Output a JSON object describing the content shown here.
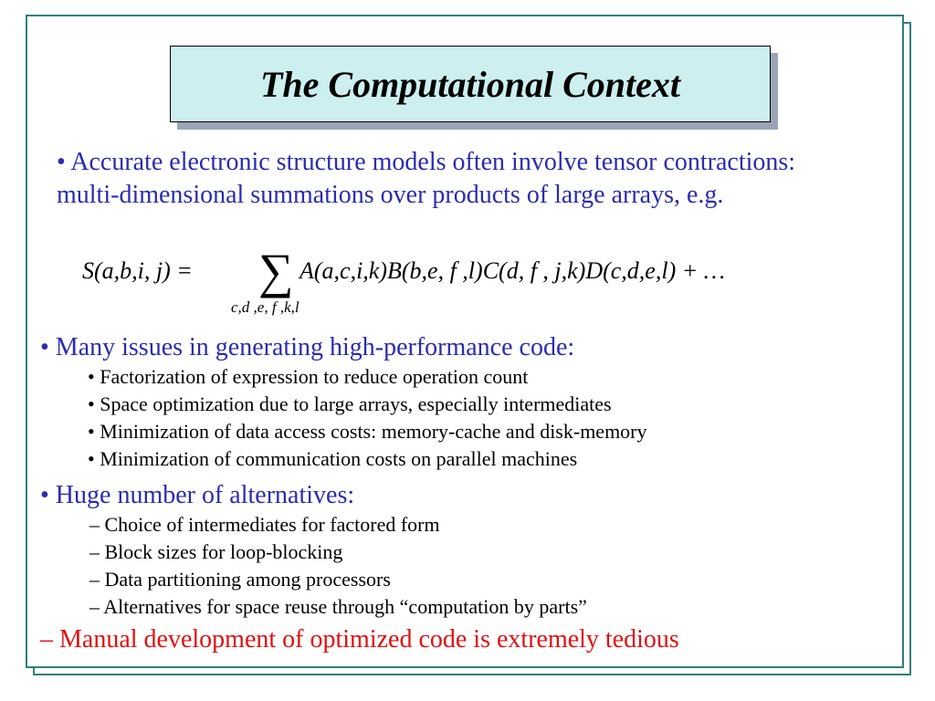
{
  "title": "The Computational Context",
  "intro": "• Accurate electronic structure models often involve tensor contractions:  multi-dimensional summations over products of large arrays, e.g.",
  "formula": {
    "lhs": "S(a,b,i, j) =",
    "sigma": "∑",
    "rhs": "A(a,c,i,k)B(b,e, f ,l)C(d, f , j,k)D(c,d,e,l) + …",
    "subscript": "c,d ,e, f ,k,l"
  },
  "issues": {
    "heading": "• Many issues in generating high-performance code:",
    "items": [
      "• Factorization of expression to reduce operation count",
      "• Space optimization due to large arrays, especially intermediates",
      "• Minimization of data access costs: memory-cache and disk-memory",
      "• Minimization of communication costs on parallel machines"
    ]
  },
  "alternatives": {
    "heading": "• Huge number of alternatives:",
    "items": [
      "– Choice of intermediates for factored form",
      "– Block sizes for loop-blocking",
      "– Data partitioning among processors",
      "– Alternatives for space reuse through “computation by parts”"
    ]
  },
  "conclusion": "– Manual development of optimized code is extremely tedious",
  "colors": {
    "border": "#2f7f7c",
    "title_bg": "#cdeff0",
    "bullet_blue": "#2b2bb0",
    "emphasis_red": "#e01010"
  }
}
